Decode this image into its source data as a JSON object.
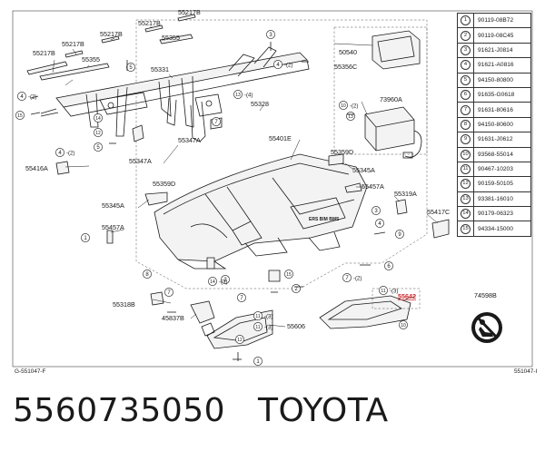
{
  "legend_rows": [
    {
      "num": "1",
      "part": "90119-08B72"
    },
    {
      "num": "2",
      "part": "90119-08C45"
    },
    {
      "num": "3",
      "part": "91621-J0814"
    },
    {
      "num": "4",
      "part": "91621-A0816"
    },
    {
      "num": "5",
      "part": "94150-80800"
    },
    {
      "num": "6",
      "part": "91635-G0618"
    },
    {
      "num": "7",
      "part": "91631-80616"
    },
    {
      "num": "8",
      "part": "94150-80600"
    },
    {
      "num": "9",
      "part": "91631-J0612"
    },
    {
      "num": "10",
      "part": "93568-55014"
    },
    {
      "num": "11",
      "part": "90467-10203"
    },
    {
      "num": "12",
      "part": "90159-50105"
    },
    {
      "num": "13",
      "part": "93381-16010"
    },
    {
      "num": "14",
      "part": "90179-06323"
    },
    {
      "num": "15",
      "part": "94334-15000"
    }
  ],
  "labels": [
    {
      "id": "55217B-a",
      "text": "55217B"
    },
    {
      "id": "55217B-b",
      "text": "55217B"
    },
    {
      "id": "55217B-c",
      "text": "55217B"
    },
    {
      "id": "55217B-d",
      "text": "55217B"
    },
    {
      "id": "55217B-e",
      "text": "55217B"
    },
    {
      "id": "55355-a",
      "text": "55355"
    },
    {
      "id": "55355-b",
      "text": "55355"
    },
    {
      "id": "55331",
      "text": "55331"
    },
    {
      "id": "55328",
      "text": "55328"
    },
    {
      "id": "55347A-a",
      "text": "55347A"
    },
    {
      "id": "55347A-b",
      "text": "55347A"
    },
    {
      "id": "55416A",
      "text": "55416A"
    },
    {
      "id": "55359D",
      "text": "55359D"
    },
    {
      "id": "55345A-a",
      "text": "55345A"
    },
    {
      "id": "55457A-a",
      "text": "55457A"
    },
    {
      "id": "55401E",
      "text": "55401E"
    },
    {
      "id": "55359D-b",
      "text": "55359D"
    },
    {
      "id": "55345A-b",
      "text": "55345A"
    },
    {
      "id": "55457A-b",
      "text": "55457A"
    },
    {
      "id": "55319A",
      "text": "55319A"
    },
    {
      "id": "55417C",
      "text": "55417C"
    },
    {
      "id": "50540",
      "text": "50540"
    },
    {
      "id": "55356C",
      "text": "55356C"
    },
    {
      "id": "73960A",
      "text": "73960A"
    },
    {
      "id": "55318B",
      "text": "55318B"
    },
    {
      "id": "45837B",
      "text": "45837B"
    },
    {
      "id": "55606",
      "text": "55606"
    },
    {
      "id": "55642",
      "text": "55642"
    },
    {
      "id": "74598B",
      "text": "74598B"
    }
  ],
  "callouts": [
    {
      "id": "c-4a",
      "num": "4",
      "qty": "(2)"
    },
    {
      "id": "c-15a",
      "num": "15",
      "qty": ""
    },
    {
      "id": "c-3a",
      "num": "3",
      "qty": ""
    },
    {
      "id": "c-4b",
      "num": "4",
      "qty": "(2)"
    },
    {
      "id": "c-5a",
      "num": "5",
      "qty": ""
    },
    {
      "id": "c-14a",
      "num": "14",
      "qty": ""
    },
    {
      "id": "c-12a",
      "num": "12",
      "qty": ""
    },
    {
      "id": "c-13a",
      "num": "13",
      "qty": "(4)"
    },
    {
      "id": "c-7a",
      "num": "7",
      "qty": ""
    },
    {
      "id": "c-5b",
      "num": "5",
      "qty": ""
    },
    {
      "id": "c-4c",
      "num": "4",
      "qty": "(2)"
    },
    {
      "id": "c-10a",
      "num": "10",
      "qty": "(2)"
    },
    {
      "id": "c-13b",
      "num": "13",
      "qty": ""
    },
    {
      "id": "c-1a",
      "num": "1",
      "qty": ""
    },
    {
      "id": "c-11a",
      "num": "11",
      "qty": "(3)"
    },
    {
      "id": "c-3b",
      "num": "3",
      "qty": ""
    },
    {
      "id": "c-4d",
      "num": "4",
      "qty": ""
    },
    {
      "id": "c-9a",
      "num": "9",
      "qty": ""
    },
    {
      "id": "c-7b",
      "num": "7",
      "qty": "(2)"
    },
    {
      "id": "c-6a",
      "num": "6",
      "qty": ""
    },
    {
      "id": "c-3c",
      "num": "3",
      "qty": ""
    },
    {
      "id": "c-15b",
      "num": "15",
      "qty": ""
    },
    {
      "id": "c-8a",
      "num": "8",
      "qty": ""
    },
    {
      "id": "c-14b",
      "num": "14",
      "qty": "(3)"
    },
    {
      "id": "c-7c",
      "num": "7",
      "qty": ""
    },
    {
      "id": "c-7d",
      "num": "7",
      "qty": ""
    },
    {
      "id": "c-2a",
      "num": "2",
      "qty": ""
    },
    {
      "id": "c-12b",
      "num": "12",
      "qty": ""
    },
    {
      "id": "c-11b",
      "num": "11",
      "qty": "(3)"
    },
    {
      "id": "c-10b",
      "num": "10",
      "qty": ""
    },
    {
      "id": "c-11c",
      "num": "11",
      "qty": "(3)"
    },
    {
      "id": "c-1b",
      "num": "1",
      "qty": ""
    }
  ],
  "caption_left": "G-551047-F",
  "caption_right": "551047-I",
  "footer": {
    "part_number": "5560735050",
    "brand": "TOYOTA"
  },
  "colors": {
    "highlight": "#d0262a",
    "ink": "#1a1a1a"
  }
}
